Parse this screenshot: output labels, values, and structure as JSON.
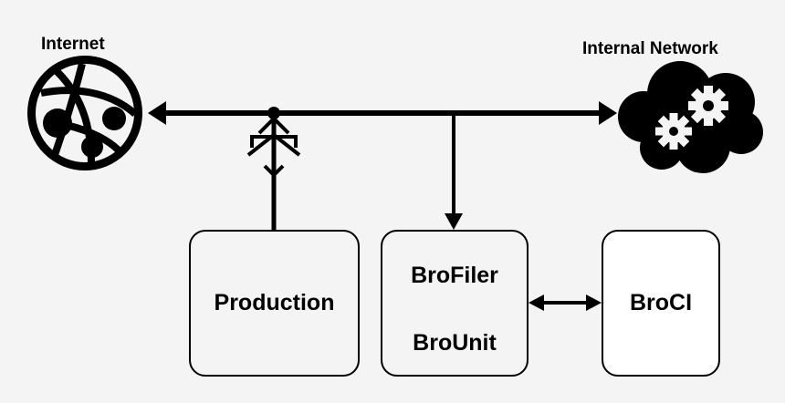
{
  "colors": {
    "background": "#f4f4f4",
    "stroke": "#000000",
    "box_fill": "#ffffff"
  },
  "labels": {
    "internet": "Internet",
    "internal_network": "Internal Network",
    "production": "Production",
    "brofiler": "BroFiler",
    "brounit": "BroUnit",
    "broci": "BroCI"
  },
  "icons": {
    "internet": "globe-network-icon",
    "internal_network": "cloud-gears-icon",
    "tap": "network-tap-icon"
  }
}
